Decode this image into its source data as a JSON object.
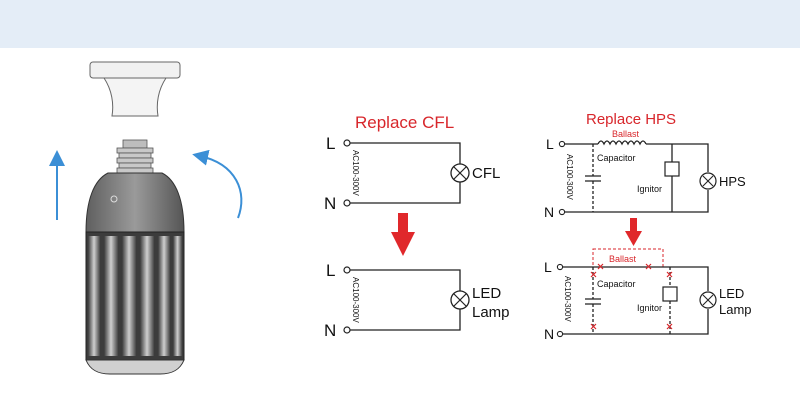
{
  "colors": {
    "band": "#e4edf7",
    "accent_red": "#d8262b",
    "arrow_blue": "#3b8fd6",
    "wire": "#222222"
  },
  "cfl_section": {
    "title": "Replace CFL",
    "before": {
      "L": "L",
      "N": "N",
      "voltage": "AC100-300V",
      "lamp": "CFL"
    },
    "after": {
      "L": "L",
      "N": "N",
      "voltage": "AC100-300V",
      "lamp_line1": "LED",
      "lamp_line2": "Lamp"
    }
  },
  "hps_section": {
    "title": "Replace HPS",
    "before": {
      "L": "L",
      "N": "N",
      "voltage": "AC100-300V",
      "ballast": "Ballast",
      "capacitor": "Capacitor",
      "ignitor": "Ignitor",
      "lamp": "HPS"
    },
    "after": {
      "L": "L",
      "N": "N",
      "voltage": "AC100-300V",
      "ballast": "Ballast",
      "capacitor": "Capacitor",
      "ignitor": "Ignitor",
      "lamp_line1": "LED",
      "lamp_line2": "Lamp"
    }
  },
  "icons": [
    "corn-led-bulb-icon",
    "lamp-socket-icon",
    "up-arrow-icon",
    "rotate-arrow-icon",
    "down-arrow-icon",
    "lamp-symbol-icon",
    "remove-mark-icon"
  ]
}
